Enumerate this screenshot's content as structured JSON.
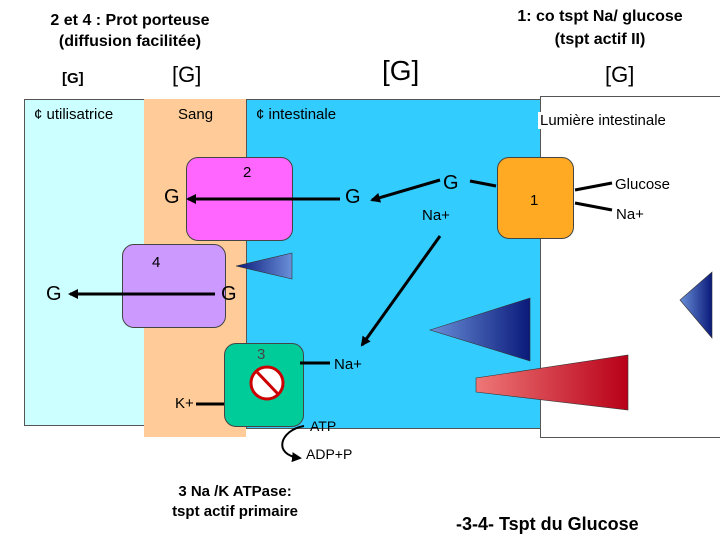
{
  "header": {
    "left_title_line1": "2 et 4 : Prot porteuse",
    "left_title_line2": "(diffusion facilitée)",
    "right_title_line1": "1: co tspt Na/ glucose",
    "right_title_line2": "(tspt actif II)"
  },
  "concentration_labels": {
    "g_user_cell": "[G]",
    "g_blood": "[G]",
    "g_intestinal_cell": "[G]",
    "g_lumen": "[G]"
  },
  "compartments": {
    "user_cell": "¢ utilisatrice",
    "blood": "Sang",
    "intestinal_cell": "¢ intestinale",
    "lumen": "Lumière intestinale"
  },
  "transporters": {
    "t1": "1",
    "t2": "2",
    "t3": "3",
    "t4": "4"
  },
  "molecules": {
    "g_t2_left": "G",
    "g_t2_right": "G",
    "g_t4_left": "G",
    "g_t4_right": "G",
    "g_t1_cell": "G",
    "na_t1_cell": "Na+",
    "glucose_lumen": "Glucose",
    "na_lumen": "Na+",
    "na_pump": "Na+",
    "k_pump": "K+",
    "atp": "ATP",
    "adp": "ADP+P"
  },
  "captions": {
    "pump_line1": "3 Na /K ATPase:",
    "pump_line2": "tspt actif primaire",
    "slide_title": "-3-4- Tspt du Glucose"
  },
  "colors": {
    "user_cell": "#ccffff",
    "blood": "#ffcc99",
    "intestinal_cell": "#33ccff",
    "transporter_2": "#ff66ff",
    "transporter_4": "#cc99ff",
    "transporter_3": "#00cc99",
    "transporter_1": "#ffaa22",
    "gradient_blue": "#1a2a9a",
    "gradient_red": "#cc0022"
  }
}
